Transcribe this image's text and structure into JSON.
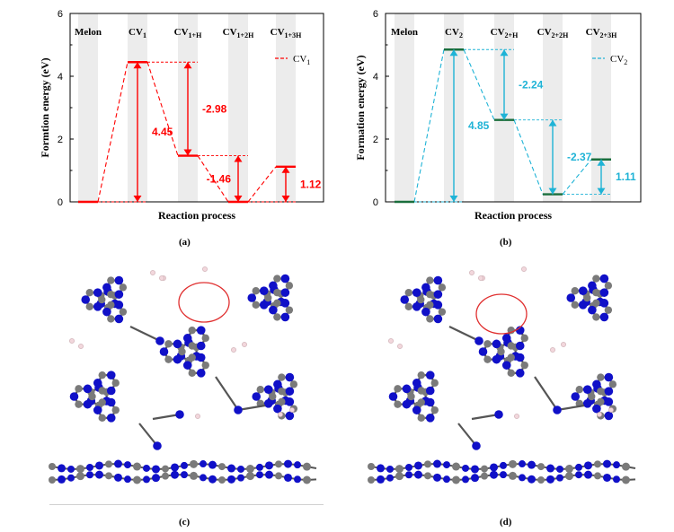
{
  "chart_data": [
    {
      "type": "line",
      "panel_label": "(a)",
      "ylabel": "Formtion energy (eV)",
      "xlabel": "Reaction process",
      "ylim": [
        0,
        6
      ],
      "yticks": [
        "0",
        "2",
        "4",
        "6"
      ],
      "categories": [
        {
          "main": "Melon",
          "sub": ""
        },
        {
          "main": "CV",
          "sub": "1"
        },
        {
          "main": "CV",
          "sub": "1+H"
        },
        {
          "main": "CV",
          "sub": "1+2H"
        },
        {
          "main": "CV",
          "sub": "1+3H"
        }
      ],
      "values": [
        0,
        4.45,
        1.47,
        0,
        1.12
      ],
      "legend": {
        "main": "CV",
        "sub": "1"
      },
      "annotations": [
        {
          "label": "4.45",
          "from": 0,
          "to": 4.45,
          "x": 1
        },
        {
          "label": "-2.98",
          "from": 4.45,
          "to": 1.47,
          "x": 2
        },
        {
          "label": "-1.46",
          "from": 1.47,
          "to": 0,
          "x": 3
        },
        {
          "label": "1.12",
          "from": 0,
          "to": 1.12,
          "x": 4
        }
      ],
      "color": "#ff0000",
      "level_color": "#ff0000"
    },
    {
      "type": "line",
      "panel_label": "(b)",
      "ylabel": "Formation energy (eV)",
      "xlabel": "Reaction process",
      "ylim": [
        0,
        6
      ],
      "yticks": [
        "0",
        "2",
        "4",
        "6"
      ],
      "categories": [
        {
          "main": "Melon",
          "sub": ""
        },
        {
          "main": "CV",
          "sub": "2"
        },
        {
          "main": "CV",
          "sub": "2+H"
        },
        {
          "main": "CV",
          "sub": "2+2H"
        },
        {
          "main": "CV",
          "sub": "2+3H"
        }
      ],
      "values": [
        0,
        4.85,
        2.61,
        0.24,
        1.35
      ],
      "legend": {
        "main": "CV",
        "sub": "2"
      },
      "annotations": [
        {
          "label": "4.85",
          "from": 0,
          "to": 4.85,
          "x": 1
        },
        {
          "label": "-2.24",
          "from": 4.85,
          "to": 2.61,
          "x": 2
        },
        {
          "label": "-2.37",
          "from": 2.61,
          "to": 0.24,
          "x": 3
        },
        {
          "label": "1.11",
          "from": 0.24,
          "to": 1.35,
          "x": 4
        }
      ],
      "color": "#1fb3d6",
      "level_color": "#1a6e3c"
    }
  ],
  "bottom_panels": [
    {
      "label": "(c)"
    },
    {
      "label": "(d)"
    }
  ],
  "colors": {
    "nitrogen": "#1010c8",
    "carbon": "#7a7a7a",
    "hydrogen": "#f2d7dc",
    "highlight_circle": "#e03030",
    "bond": "#555555"
  }
}
